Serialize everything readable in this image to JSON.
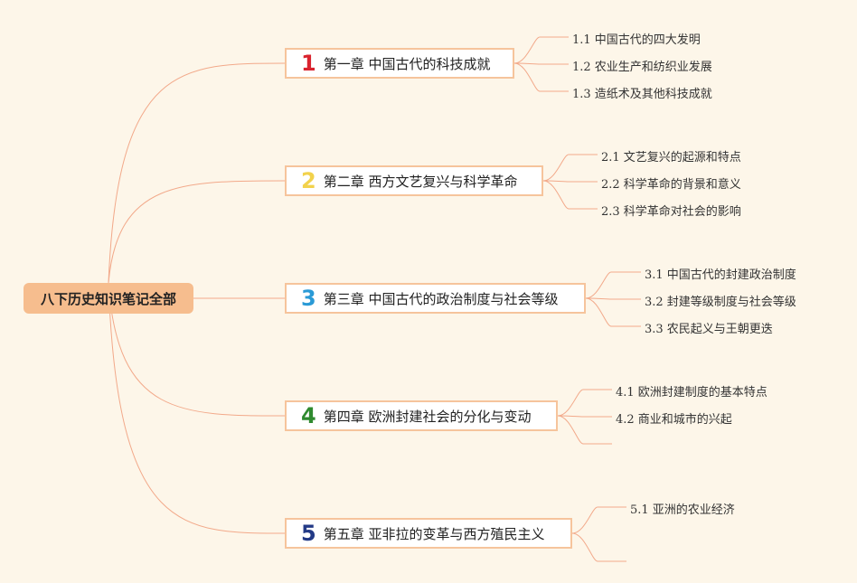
{
  "root": {
    "label": "八下历史知识笔记全部"
  },
  "chapters": [
    {
      "num": "1",
      "num_color": "#d9232e",
      "title": "第一章 中国古代的科技成就",
      "topics": [
        "1.1 中国古代的四大发明",
        "1.2 农业生产和纺织业发展",
        "1.3 造纸术及其他科技成就"
      ]
    },
    {
      "num": "2",
      "num_color": "#f2d24c",
      "title": "第二章 西方文艺复兴与科学革命",
      "topics": [
        "2.1 文艺复兴的起源和特点",
        "2.2 科学革命的背景和意义",
        "2.3 科学革命对社会的影响"
      ]
    },
    {
      "num": "3",
      "num_color": "#2a9ad6",
      "title": "第三章 中国古代的政治制度与社会等级",
      "topics": [
        "3.1 中国古代的封建政治制度",
        "3.2 封建等级制度与社会等级",
        "3.3 农民起义与王朝更迭"
      ]
    },
    {
      "num": "4",
      "num_color": "#2f8a2f",
      "title": "第四章 欧洲封建社会的分化与变动",
      "topics": [
        "4.1 欧洲封建制度的基本特点",
        "4.2 商业和城市的兴起",
        ""
      ]
    },
    {
      "num": "5",
      "num_color": "#233a86",
      "title": "第五章 亚非拉的变革与西方殖民主义",
      "topics": [
        "5.1 亚洲的农业经济",
        ""
      ]
    }
  ],
  "colors": {
    "connector": "#f2a98a",
    "root_fill": "#f6bd8e",
    "box_border": "#f6c49c",
    "background": "#fdf6e9"
  }
}
